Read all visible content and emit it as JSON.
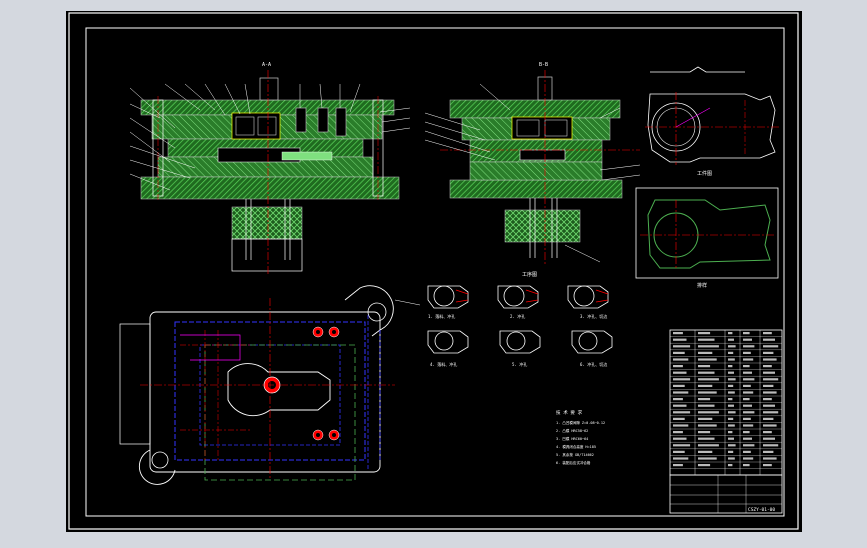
{
  "drawing": {
    "colors": {
      "background": "#000000",
      "page_bg": "#d4d8df",
      "frame": "#ffffff",
      "hatch": "#4caf50",
      "section_line": "#ff0000",
      "hidden_line": "#3333ff",
      "dimension": "#ffffff",
      "accent_magenta": "#ff00ff",
      "accent_yellow": "#ffff00"
    },
    "labels": {
      "front_section": "A-A",
      "side_section": "B-B",
      "part_view": "工件图",
      "strip_layout": "排样",
      "process_sequence": "工序图"
    },
    "process_steps": [
      "1. 落料、冲孔",
      "2. 冲孔",
      "3. 冲孔、切边",
      "4. 落料、冲孔",
      "5. 冲孔",
      "6. 冲孔、切边"
    ],
    "tech_requirements": {
      "title": "技 术 要 求",
      "lines": [
        "1. 凸凹模间隙 Z=0.08~0.12",
        "2. 凸模 HRC58~62",
        "3. 凹模 HRC60~64",
        "4. 模具闭合高度 H=185",
        "5. 其余按 GB/T14662",
        "6. 装配后应试冲合格"
      ]
    },
    "title_block": {
      "drawing_number": "CSZY-01-00"
    }
  }
}
